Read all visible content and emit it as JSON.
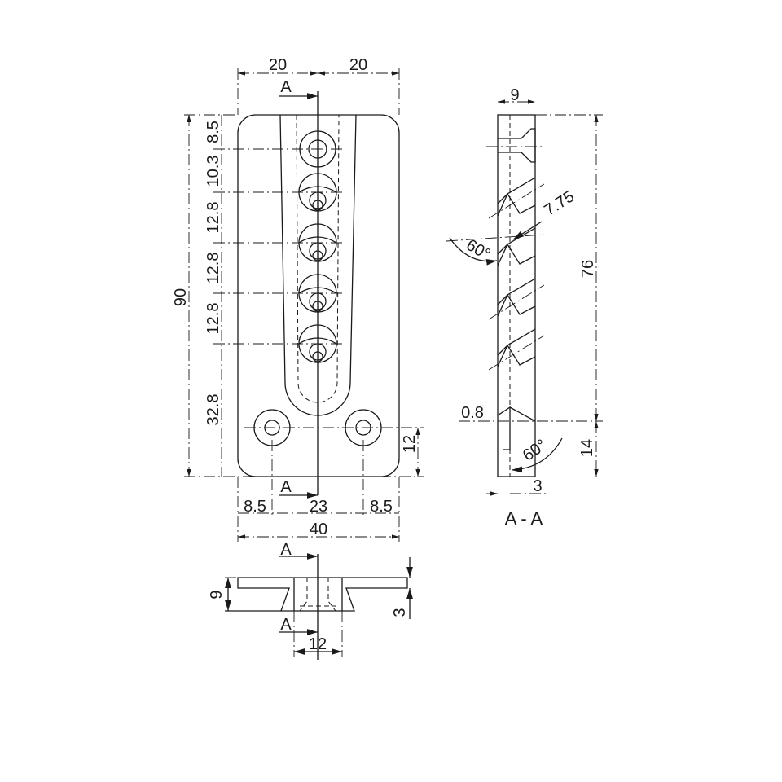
{
  "front_view": {
    "dims": {
      "width_left": "20",
      "width_right": "20",
      "section_top": "A",
      "section_bottom": "A",
      "pitch_1": "8.5",
      "pitch_2": "10.3",
      "pitch_3": "12.8",
      "pitch_4": "12.8",
      "pitch_5": "12.8",
      "pitch_6": "32.8",
      "height_total": "90",
      "hole_height": "12",
      "edge_left": "8.5",
      "hole_spacing": "23",
      "edge_right": "8.5",
      "width_total": "40"
    }
  },
  "section_view": {
    "title": "A - A",
    "dims": {
      "thickness": "9",
      "hole_offset": "7.75",
      "angle_top": "60°",
      "length": "76",
      "recess": "0.8",
      "angle_bottom": "60°",
      "end_length": "14",
      "base": "3"
    }
  },
  "bottom_view": {
    "dims": {
      "section_top": "A",
      "section_bottom": "A",
      "height": "9",
      "flange": "3",
      "width": "12"
    }
  }
}
